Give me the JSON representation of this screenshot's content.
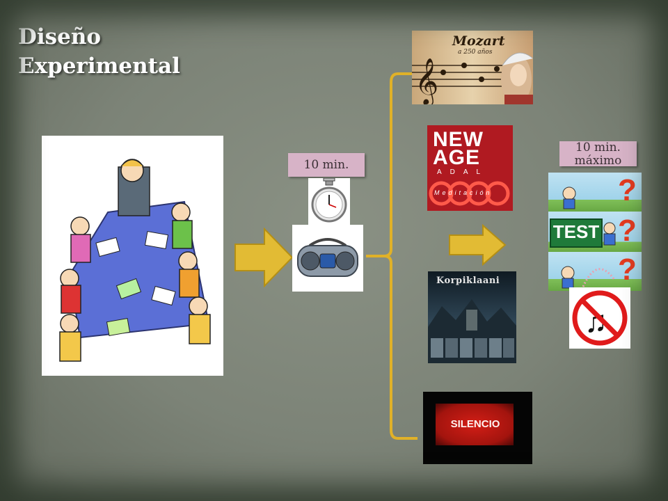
{
  "slide": {
    "title_line1": "Diseño",
    "title_line2": "Experimental"
  },
  "labels": {
    "time_label": "10 min.",
    "max_time_line1": "10 min.",
    "max_time_line2": "máximo"
  },
  "images": {
    "mozart_title": "Mozart",
    "mozart_subtitle": "a 250 años",
    "newage_line1": "NEW",
    "newage_line2": "AGE",
    "newage_line3": "ADAL",
    "newage_line4": "Meditación",
    "metal_band": "Korpiklaani",
    "silence": "SILENCIO",
    "test": "TEST"
  },
  "icons": [
    "stopwatch-icon",
    "stereo-icon",
    "arrow-right-icon",
    "no-music-icon",
    "question-mark-icon"
  ],
  "colors": {
    "arrow": "#e2bb34",
    "arrow_stroke": "#b48f16",
    "bracket": "#e0b128",
    "label_bg": "#d7b3c7",
    "test_green": "#1f7a3a"
  }
}
